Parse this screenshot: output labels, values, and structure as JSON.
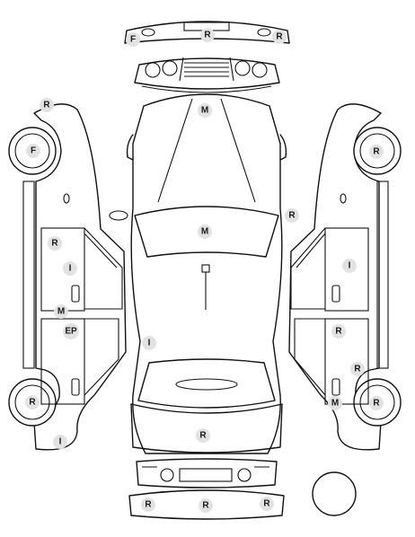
{
  "diagram": {
    "colors": {
      "line": "#111111",
      "marker_fill": "#e2e2e2",
      "marker_text": "#1a1a1a"
    },
    "codes": {
      "R": "R",
      "F": "F",
      "M": "M",
      "I": "I",
      "EP": "EP"
    },
    "sections": {
      "front": [
        "F",
        "R",
        "R"
      ],
      "hood": [
        "M"
      ],
      "windshield": [
        "M"
      ],
      "roof": [
        "I"
      ],
      "trunk": [
        "R"
      ],
      "rear": [
        "R",
        "R",
        "R"
      ],
      "left_side": [
        "R",
        "F",
        "R",
        "I",
        "M",
        "EP",
        "R",
        "I"
      ],
      "right_side": [
        "R",
        "R",
        "I",
        "R",
        "R",
        "M",
        "R"
      ]
    }
  }
}
